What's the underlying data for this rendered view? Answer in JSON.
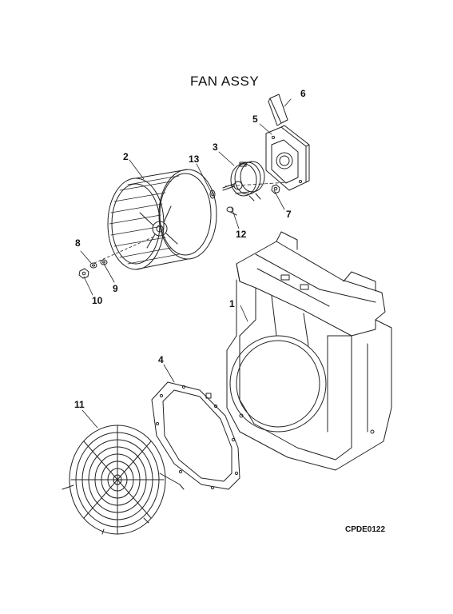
{
  "title": "FAN ASSY",
  "drawing_code": "CPDE0122",
  "callouts": {
    "p1": "1",
    "p2": "2",
    "p3": "3",
    "p4": "4",
    "p5": "5",
    "p6": "6",
    "p7": "7",
    "p8": "8",
    "p9": "9",
    "p10": "10",
    "p11": "11",
    "p12": "12",
    "p13": "13"
  }
}
